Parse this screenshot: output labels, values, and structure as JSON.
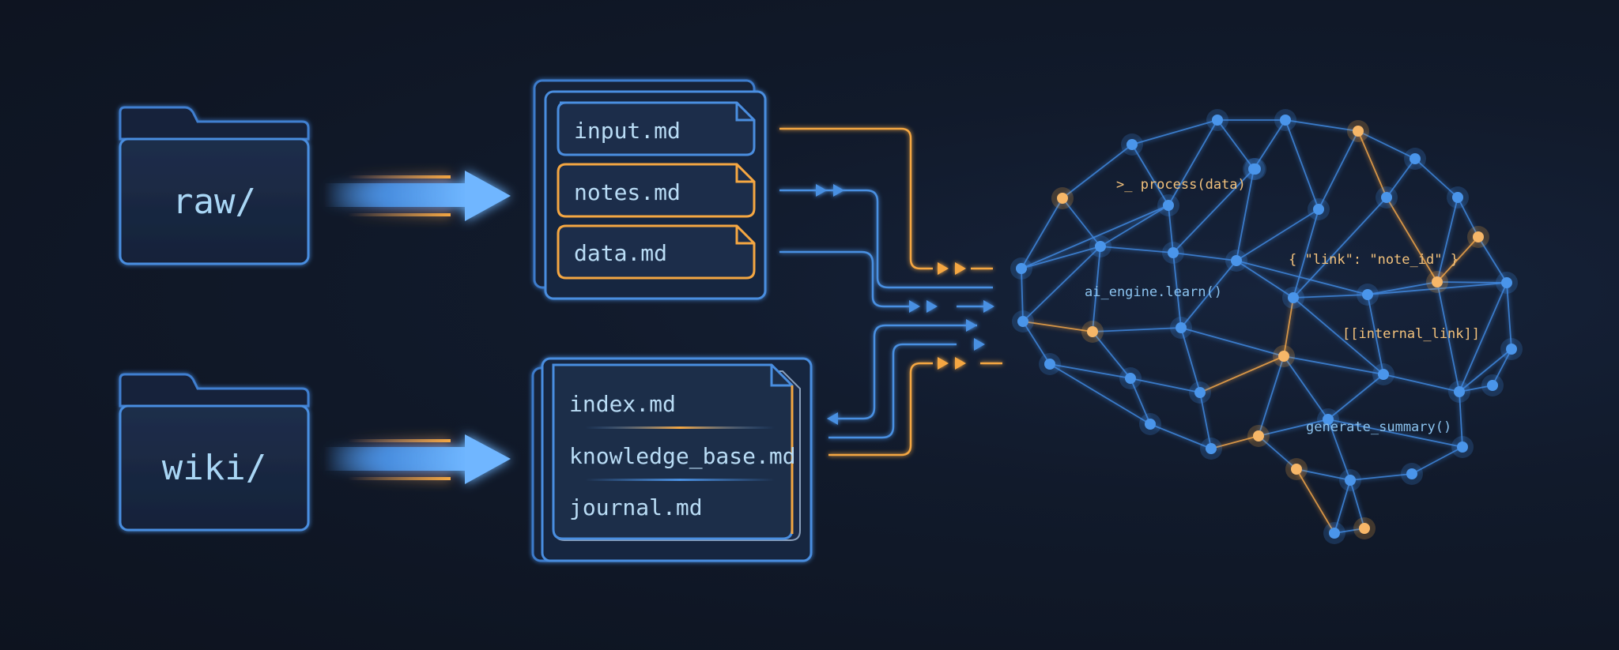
{
  "folders": {
    "raw": {
      "label": "raw/"
    },
    "wiki": {
      "label": "wiki/"
    }
  },
  "raw_files": [
    {
      "label": "input.md"
    },
    {
      "label": "notes.md"
    },
    {
      "label": "data.md"
    }
  ],
  "wiki_files": [
    {
      "label": "index.md"
    },
    {
      "label": "knowledge_base.md"
    },
    {
      "label": "journal.md"
    }
  ],
  "brain_annotations": {
    "process": ">_ process(data)",
    "learn": "ai_engine.learn()",
    "link": "{ \"link\": \"note_id\" }",
    "internal_link": "[[internal_link]]",
    "summary": "generate_summary()"
  },
  "colors": {
    "background": "#0f1624",
    "blue_accent": "#4a90e2",
    "orange_accent": "#f5a742",
    "panel_fill": "#1a2a44",
    "text_light": "#a9d6f5"
  }
}
